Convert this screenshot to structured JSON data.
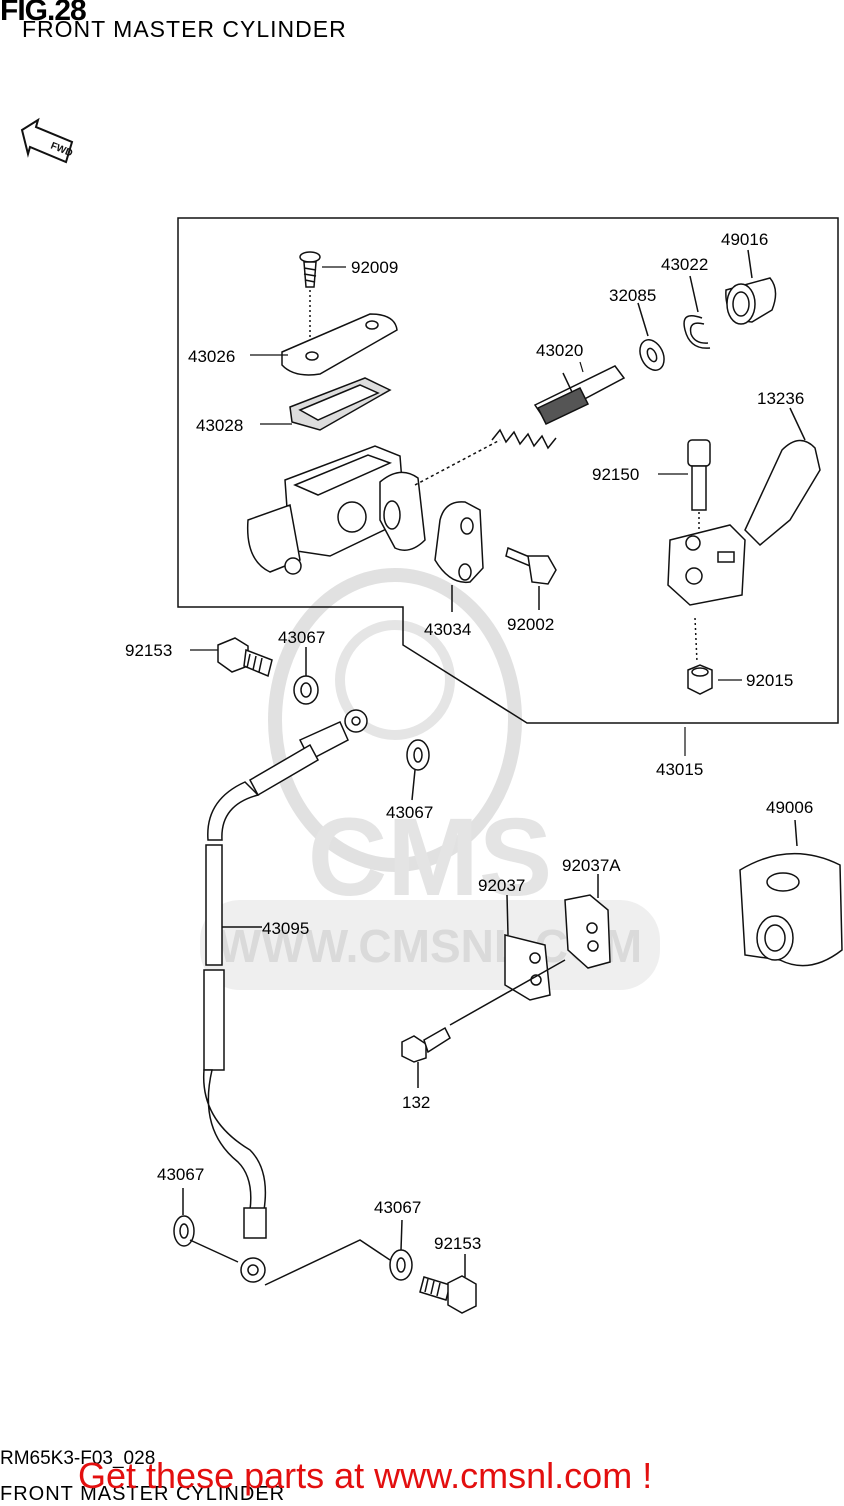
{
  "figure": {
    "title": "FIG.28",
    "subtitle": "FRONT MASTER CYLINDER",
    "fwd_label": "FWD",
    "code": "RM65K3-F03_028",
    "bottom_subtitle": "FRONT MASTER CYLINDER",
    "promo": "Get these parts at www.cmsnl.com !"
  },
  "watermark": {
    "brand": "CMS",
    "url": "WWW.CMSNL.COM",
    "color": "#d8d8d8"
  },
  "parts": {
    "p92009": "92009",
    "p49016": "49016",
    "p43022": "43022",
    "p32085": "32085",
    "p43020": "43020",
    "p43026": "43026",
    "p43028": "43028",
    "p13236": "13236",
    "p92150": "92150",
    "p92153a": "92153",
    "p43067a": "43067",
    "p43034": "43034",
    "p92002": "92002",
    "p92015": "92015",
    "p43015": "43015",
    "p43067b": "43067",
    "p49006": "49006",
    "p92037A": "92037A",
    "p92037": "92037",
    "p43095": "43095",
    "p132": "132",
    "p43067c": "43067",
    "p43067d": "43067",
    "p92153b": "92153"
  },
  "colors": {
    "promo": "#e30f0f",
    "line": "#1a1a1a",
    "part_fill": "#d9d9d9"
  }
}
